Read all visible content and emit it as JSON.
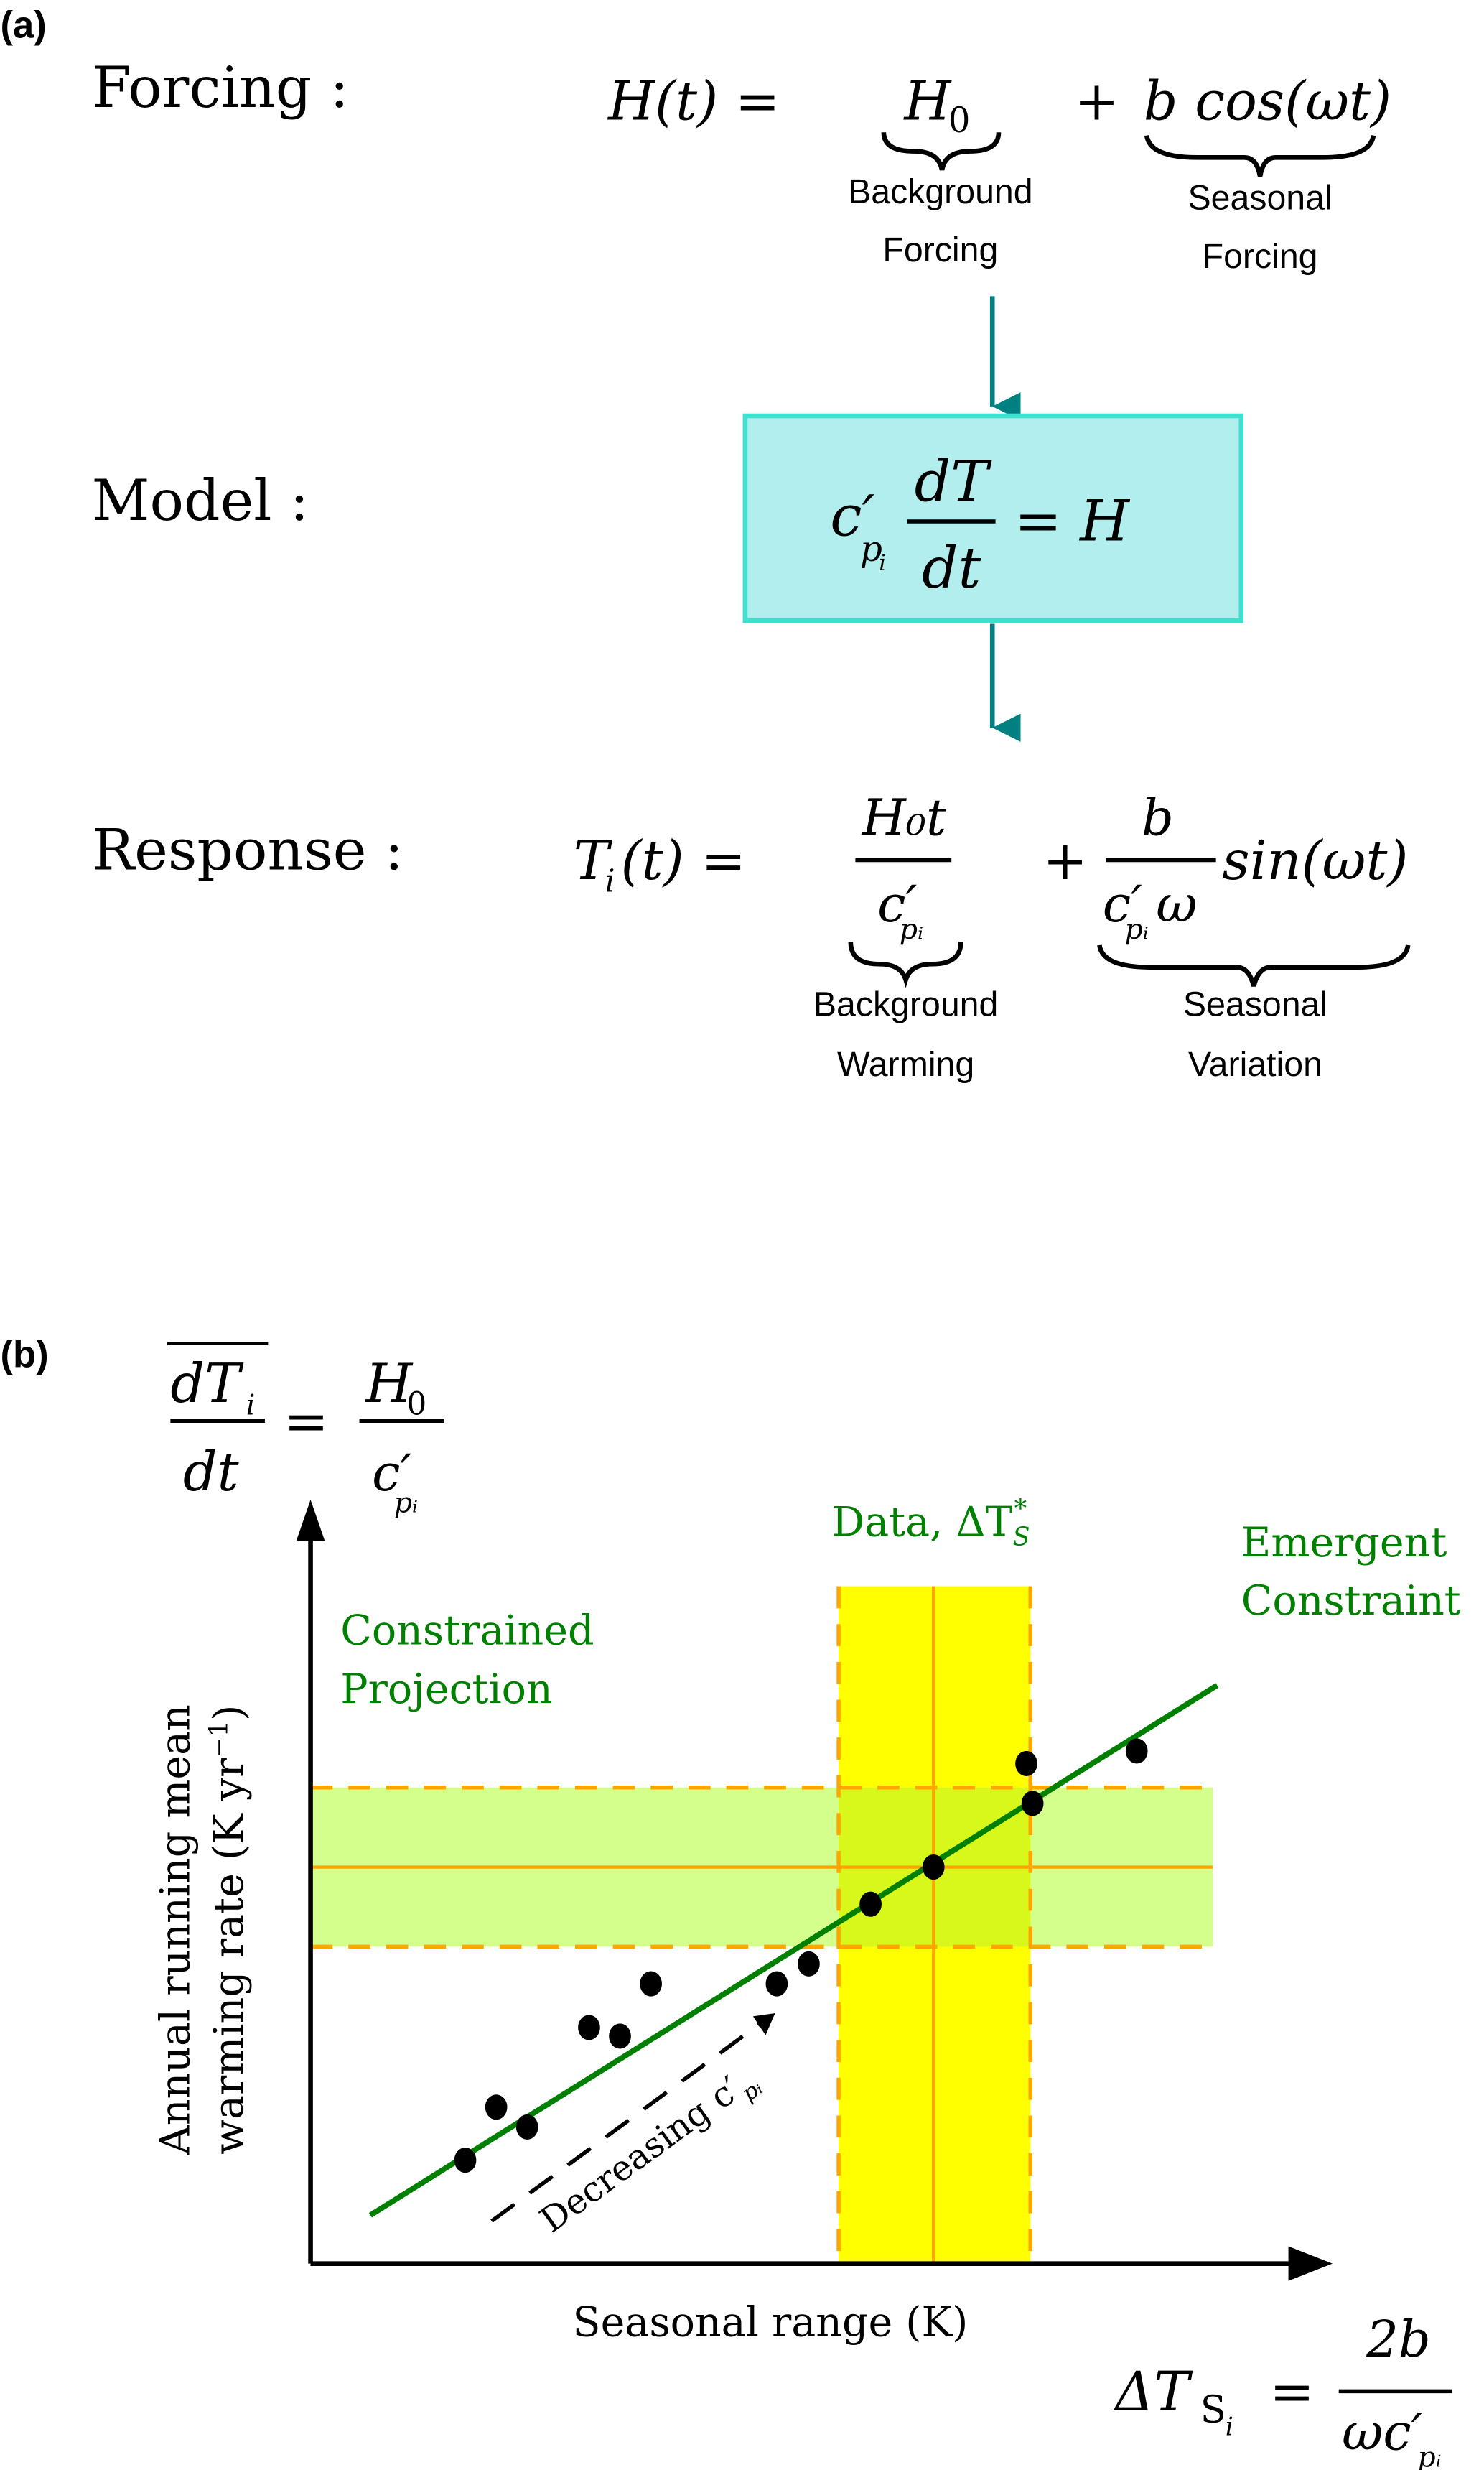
{
  "panel_a": {
    "label": "(a)",
    "forcing": {
      "title": "Forcing :",
      "lhs": "H(t) =",
      "term1": "H",
      "term1_sub": "0",
      "plus": "+",
      "term2": "b cos(ωt)",
      "brace1_label_line1": "Background",
      "brace1_label_line2": "Forcing",
      "brace2_label_line1": "Seasonal",
      "brace2_label_line2": "Forcing"
    },
    "model": {
      "title": "Model :",
      "c": "c′",
      "c_sub": "p",
      "c_subsub": "i",
      "numerator": "dT",
      "denominator": "dt",
      "rhs": "= H",
      "box_fill": "#b2eeee",
      "box_stroke": "#40e0d0",
      "arrow_color": "#008080"
    },
    "response": {
      "title": "Response :",
      "lhs": "T",
      "lhs_sub": "i",
      "lhs_rest": "(t) =",
      "frac1_num": "H₀t",
      "frac1_den": "c′",
      "frac1_den_sub": "pᵢ",
      "plus": "+",
      "frac2_num": "b",
      "frac2_den": "c′",
      "frac2_den_sub": "pᵢ",
      "frac2_den_rest": "ω",
      "sin": "sin(ωt)",
      "brace1_label_line1": "Background",
      "brace1_label_line2": "Warming",
      "brace2_label_line1": "Seasonal",
      "brace2_label_line2": "Variation"
    }
  },
  "panel_b": {
    "label": "(b)",
    "ylabel_formula": {
      "lhs_num": "dT",
      "lhs_num_sub": "i",
      "lhs_den": "dt",
      "eq": "=",
      "rhs_num": "H",
      "rhs_num_sub": "0",
      "rhs_den": "c′",
      "rhs_den_sub": "pᵢ"
    },
    "xlabel_formula": {
      "lhs": "ΔT",
      "lhs_sub": "S",
      "lhs_subsub": "i",
      "eq": "=",
      "num": "2b",
      "den": "ωc′",
      "den_sub": "pᵢ"
    },
    "colors": {
      "green": "#008000",
      "yellow": "#ffff00",
      "lightgreen": "#d4ff8c",
      "orange": "#ffa500",
      "points": "#000000"
    }
  },
  "chart_data": {
    "type": "scatter",
    "title": "",
    "xlabel": "Seasonal range (K)",
    "ylabel": "Annual running mean warming rate (K yr⁻¹)",
    "ylabel_line1": "Annual running mean",
    "ylabel_line2": "warming rate (K yr",
    "ylabel_sup": "−1",
    "ylabel_close": ")",
    "x_ticks": [],
    "y_ticks": [],
    "xlim": [
      0,
      100
    ],
    "ylim": [
      0,
      100
    ],
    "grid": false,
    "points": [
      {
        "x": 15.0,
        "y": 15.6
      },
      {
        "x": 18.0,
        "y": 23.6
      },
      {
        "x": 21.0,
        "y": 20.6
      },
      {
        "x": 27.0,
        "y": 35.6
      },
      {
        "x": 30.0,
        "y": 34.3
      },
      {
        "x": 33.0,
        "y": 42.2
      },
      {
        "x": 45.2,
        "y": 42.2
      },
      {
        "x": 48.3,
        "y": 45.2
      },
      {
        "x": 54.3,
        "y": 54.2
      },
      {
        "x": 60.4,
        "y": 59.8
      },
      {
        "x": 69.4,
        "y": 75.4
      },
      {
        "x": 70.0,
        "y": 69.4
      },
      {
        "x": 80.1,
        "y": 77.3
      }
    ],
    "fit_line": {
      "label_line1": "Emergent",
      "label_line2": "Constraint",
      "x": [
        5.8,
        87.9
      ],
      "y": [
        7.3,
        87.2
      ]
    },
    "observation_band": {
      "label": "Data, ΔT",
      "label_sub": "S",
      "label_sup": "*",
      "center": 60.4,
      "low": 51.2,
      "high": 69.8
    },
    "constrained_band": {
      "label_line1": "Constrained",
      "label_line2": "Projection",
      "center": 59.8,
      "low": 47.8,
      "high": 71.8
    },
    "annotation": {
      "text": "Decreasing c′",
      "text_sub": "pᵢ"
    }
  }
}
